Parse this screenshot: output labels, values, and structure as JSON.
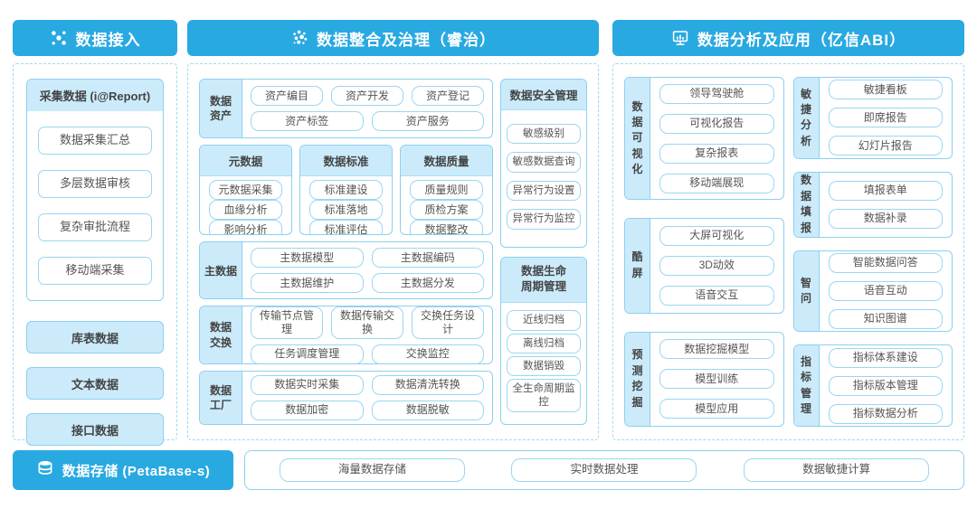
{
  "colors": {
    "accent_blue": "#29A9E1",
    "light_blue_fill": "#CBEBFB",
    "box_border": "#8CD0F0",
    "pill_border": "#9AD6F3",
    "text_dark": "#4D4D4D"
  },
  "headers": {
    "access": "数据接入",
    "governance": "数据整合及治理（睿治）",
    "analysis": "数据分析及应用（亿信ABI）",
    "storage": "数据存储 (PetaBase-s)"
  },
  "left_panel": {
    "collect": {
      "title": "采集数据 (i@Report)",
      "items": [
        "数据采集汇总",
        "多层数据审核",
        "复杂审批流程",
        "移动端采集"
      ]
    },
    "sources": [
      "库表数据",
      "文本数据",
      "接口数据"
    ]
  },
  "middle_panel": {
    "asset": {
      "label": "数据资产",
      "row1": [
        "资产编目",
        "资产开发",
        "资产登记"
      ],
      "row2": [
        "资产标签",
        "资产服务"
      ]
    },
    "meta": {
      "title": "元数据",
      "items": [
        "元数据采集",
        "血缘分析",
        "影响分析"
      ]
    },
    "standard": {
      "title": "数据标准",
      "items": [
        "标准建设",
        "标准落地",
        "标准评估"
      ]
    },
    "quality": {
      "title": "数据质量",
      "items": [
        "质量规则",
        "质检方案",
        "数据整改"
      ]
    },
    "master": {
      "label": "主数据",
      "row1": [
        "主数据模型",
        "主数据编码"
      ],
      "row2": [
        "主数据维护",
        "主数据分发"
      ]
    },
    "exchange": {
      "label": "数据交换",
      "row1": [
        "传输节点管理",
        "数据传输交换",
        "交换任务设计"
      ],
      "row2": [
        "任务调度管理",
        "交换监控"
      ]
    },
    "factory": {
      "label": "数据工厂",
      "row1": [
        "数据实时采集",
        "数据清洗转换"
      ],
      "row2": [
        "数据加密",
        "数据脱敏"
      ]
    },
    "security": {
      "title": "数据安全管理",
      "items": [
        "敏感级别",
        "敏感数据查询",
        "异常行为设置",
        "异常行为监控"
      ]
    },
    "lifecycle": {
      "title": "数据生命周期管理",
      "items": [
        "近线归档",
        "离线归档",
        "数据销毁",
        "全生命周期监控"
      ]
    }
  },
  "right_panel": {
    "visualization": {
      "label": "数据可视化",
      "items": [
        "领导驾驶舱",
        "可视化报告",
        "复杂报表",
        "移动端展现"
      ]
    },
    "coolscreen": {
      "label": "酷屏",
      "items": [
        "大屏可视化",
        "3D动效",
        "语音交互"
      ]
    },
    "mining": {
      "label": "预测挖掘",
      "items": [
        "数据挖掘模型",
        "模型训练",
        "模型应用"
      ]
    },
    "agile": {
      "label": "敏捷分析",
      "items": [
        "敏捷看板",
        "即席报告",
        "幻灯片报告"
      ]
    },
    "filling": {
      "label": "数据填报",
      "items": [
        "填报表单",
        "数据补录"
      ]
    },
    "zhiwen": {
      "label": "智问",
      "items": [
        "智能数据问答",
        "语音互动",
        "知识图谱"
      ]
    },
    "indicator": {
      "label": "指标管理",
      "items": [
        "指标体系建设",
        "指标版本管理",
        "指标数据分析"
      ]
    }
  },
  "bottom": {
    "items": [
      "海量数据存储",
      "实时数据处理",
      "数据敏捷计算"
    ]
  }
}
